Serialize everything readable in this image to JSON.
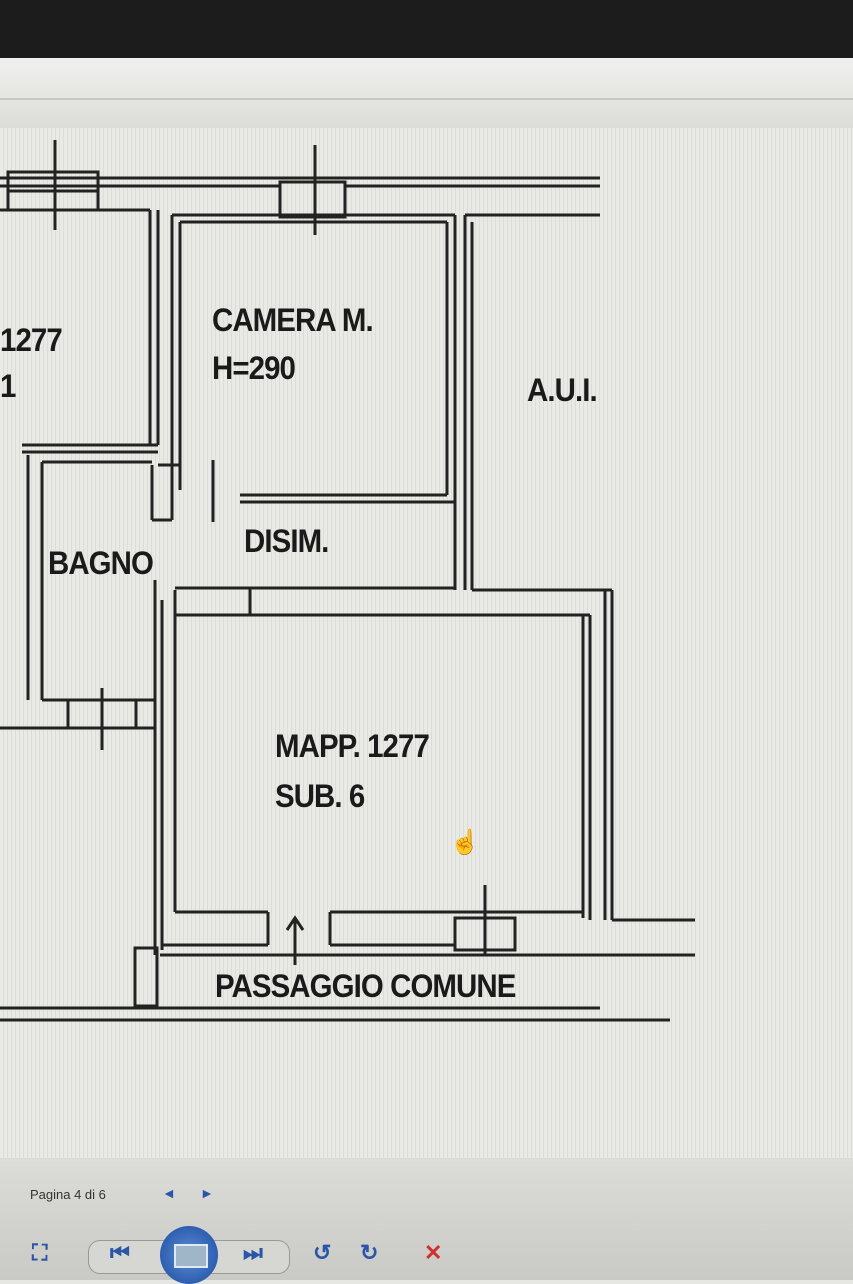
{
  "plan": {
    "left_room_number": "1277",
    "left_room_extra": "1",
    "camera": "CAMERA M.",
    "camera_height": "H=290",
    "aui": "A.U.I.",
    "disim": "DISIM.",
    "bagno": "BAGNO",
    "mapp": "MAPP. 1277",
    "sub": "SUB. 6",
    "passaggio": "PASSAGGIO COMUNE"
  },
  "viewer": {
    "page_info": "Pagina 4 di 6",
    "prev_icon": "◄",
    "next_icon": "►",
    "fit_icon": "⛶",
    "first_icon": "⏮",
    "last_icon": "⏭",
    "rotate_left_icon": "↺",
    "rotate_right_icon": "↻",
    "close_icon": "✕",
    "close_color": "#d03030"
  }
}
